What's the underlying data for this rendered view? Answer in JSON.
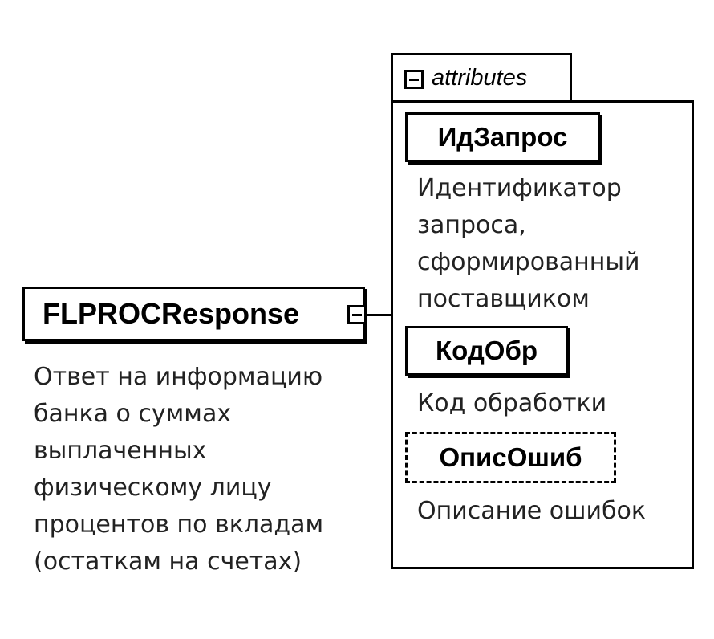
{
  "root": {
    "name": "FLPROCResponse",
    "description": [
      "Ответ на информацию",
      "банка о суммах",
      "выплаченных",
      "физическому лицу",
      "процентов по вкладам",
      "(остаткам на счетах)"
    ]
  },
  "attributes": {
    "label": "attributes",
    "items": [
      {
        "name": "ИдЗапрос",
        "optional": false,
        "description": [
          "Идентификатор",
          "запроса,",
          "сформированный",
          "поставщиком"
        ]
      },
      {
        "name": "КодОбр",
        "optional": false,
        "description": [
          "Код обработки"
        ]
      },
      {
        "name": "ОписОшиб",
        "optional": true,
        "description": [
          "Описание ошибок"
        ]
      }
    ]
  }
}
